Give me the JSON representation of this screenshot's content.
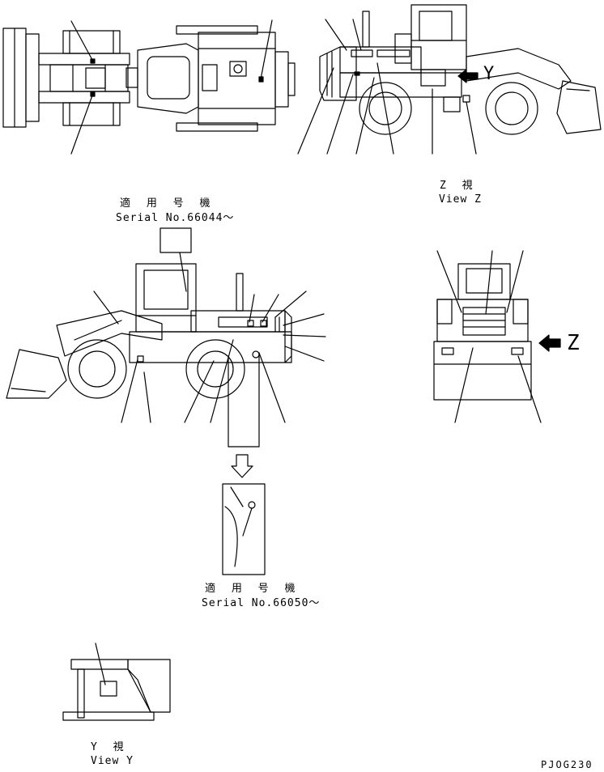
{
  "serial_1": {
    "jp": "適 用 号 機",
    "en": "Serial No.66044〜"
  },
  "serial_2": {
    "jp": "適 用 号 機",
    "en": "Serial No.66050〜"
  },
  "view_z": {
    "jp": "Z  視",
    "en": "View Z",
    "marker": "Z"
  },
  "view_y": {
    "jp": "Y  視",
    "en": "View Y",
    "marker": "Y"
  },
  "drawing_code": "PJOG230"
}
